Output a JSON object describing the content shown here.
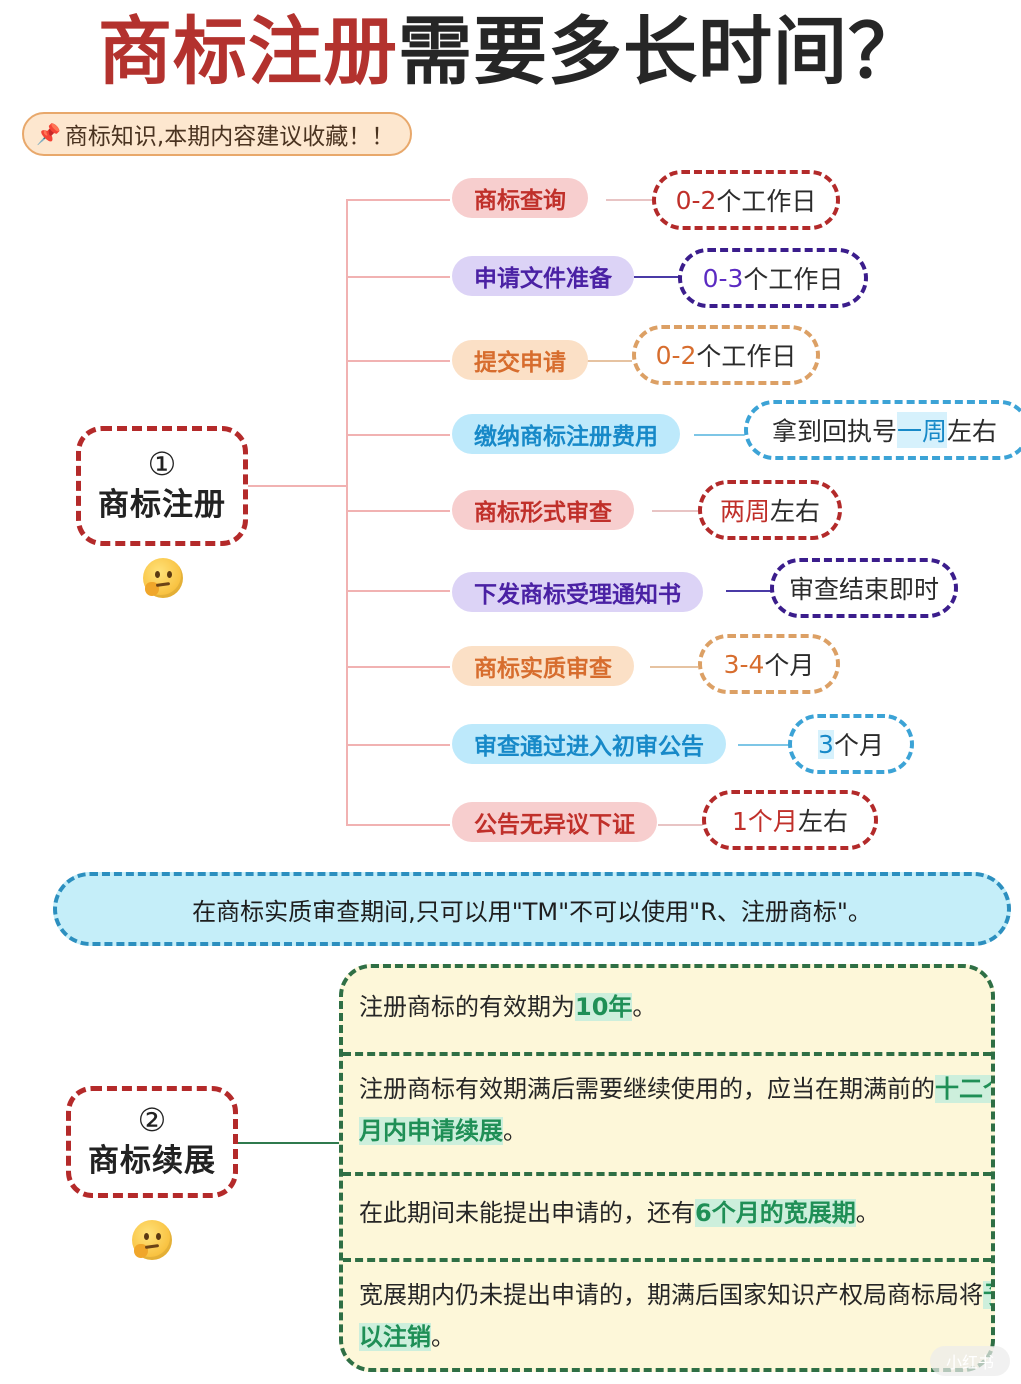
{
  "title": {
    "part1": "商标注册",
    "part2": "需要多长时间？"
  },
  "subtitle": "商标知识,本期内容建议收藏！！",
  "section1": {
    "num": "①",
    "label": "商标注册"
  },
  "stages": [
    {
      "label": "商标查询",
      "duration_hl": "0-2",
      "duration_rest": "个工作日"
    },
    {
      "label": "申请文件准备",
      "duration_hl": "0-3",
      "duration_rest": "个工作日"
    },
    {
      "label": "提交申请",
      "duration_hl": "0-2",
      "duration_rest": "个工作日"
    },
    {
      "label": "缴纳商标注册费用",
      "duration_pre": "拿到回执号",
      "duration_hl": "一周",
      "duration_rest": "左右"
    },
    {
      "label": "商标形式审查",
      "duration_hl": "两周",
      "duration_rest": "左右"
    },
    {
      "label": "下发商标受理通知书",
      "duration_rest": "审查结束即时"
    },
    {
      "label": "商标实质审查",
      "duration_hl": "3-4",
      "duration_rest": "个月"
    },
    {
      "label": "审查通过进入初审公告",
      "duration_hl": "3",
      "duration_rest": "个月"
    },
    {
      "label": "公告无异议下证",
      "duration_hl": "1个月",
      "duration_rest": "左右"
    }
  ],
  "note": "在商标实质审查期间,只可以用\"TM\"不可以使用\"R、注册商标\"。",
  "section2": {
    "num": "②",
    "label": "商标续展"
  },
  "renewal": [
    {
      "pre": "注册商标的有效期为",
      "hl": "10年",
      "post": "。"
    },
    {
      "pre": "注册商标有效期满后需要继续使用的，应当在期满前的",
      "hl": "十二个月内申请续展",
      "post": "。"
    },
    {
      "pre": "在此期间未能提出申请的，还有",
      "hl": "6个月的宽展期",
      "post": "。"
    },
    {
      "pre": "宽展期内仍未提出申请的，期满后国家知识产权局商标局将",
      "hl": "予以注销",
      "post": "。"
    }
  ],
  "watermark": "小红书"
}
